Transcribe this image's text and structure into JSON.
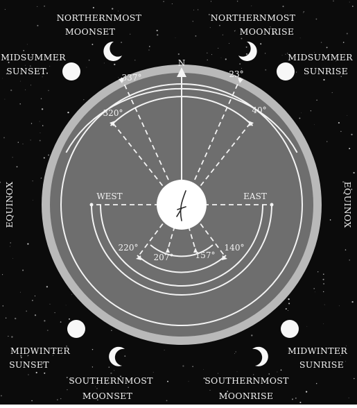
{
  "diagram": {
    "colors": {
      "sky": "#0b0b0b",
      "disc": "#6e6e6e",
      "rim": "#b9b9b9",
      "lines": "#f4f4f4",
      "center": "#ffffff"
    },
    "corner_labels": {
      "nw_moon_1": "NORTHERNMOST",
      "nw_moon_2": "MOONSET",
      "ne_moon_1": "NORTHERNMOST",
      "ne_moon_2": "MOONRISE",
      "nw_sun_1": "MIDSUMMER",
      "nw_sun_2": "SUNSET",
      "ne_sun_1": "MIDSUMMER",
      "ne_sun_2": "SUNRISE",
      "sw_sun_1": "MIDWINTER",
      "sw_sun_2": "SUNSET",
      "se_sun_1": "MIDWINTER",
      "se_sun_2": "SUNRISE",
      "sw_moon_1": "SOUTHERNMOST",
      "sw_moon_2": "MOONSET",
      "se_moon_1": "SOUTHERNMOST",
      "se_moon_2": "MOONRISE"
    },
    "equinox_left": "EQUINOX",
    "equinox_right": "EQUINOX",
    "north": "N",
    "west": "WEST",
    "east": "EAST",
    "bearings": {
      "b337": "337°",
      "b23": "23°",
      "b320": "320°",
      "b40": "40°",
      "b220": "220°",
      "b207": "207°",
      "b157": "157°",
      "b140": "140°"
    }
  }
}
